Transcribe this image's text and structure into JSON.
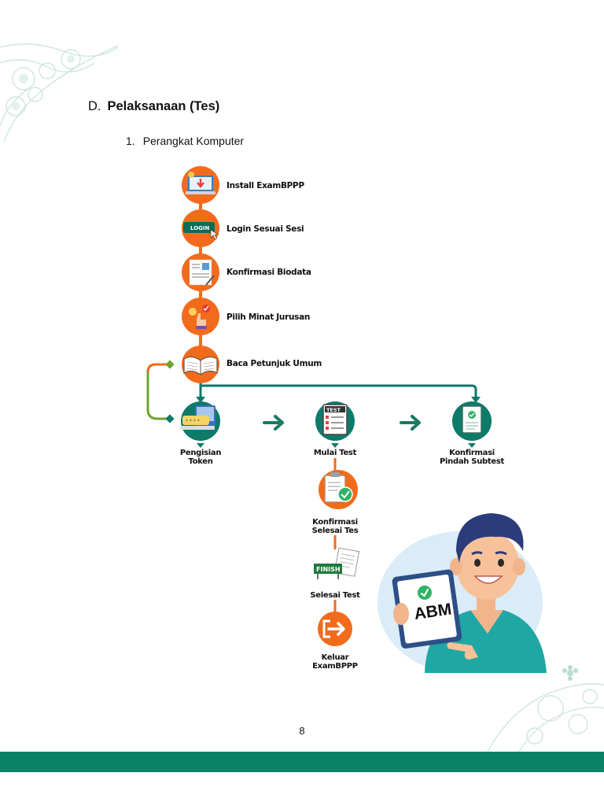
{
  "section": {
    "letter": "D.",
    "title": "Pelaksanaan (Tes)"
  },
  "subsection": {
    "number": "1.",
    "title": "Perangkat Komputer"
  },
  "steps_vertical": [
    {
      "label": "Install ExamBPPP",
      "icon": "install-icon"
    },
    {
      "label": "Login Sesuai Sesi",
      "icon": "login-icon"
    },
    {
      "label": "Konfirmasi Biodata",
      "icon": "biodata-icon"
    },
    {
      "label": "Pilih Minat Jurusan",
      "icon": "choose-major-icon"
    },
    {
      "label": "Baca Petunjuk Umum",
      "icon": "book-icon"
    }
  ],
  "steps_horizontal": [
    {
      "label_line1": "Pengisian",
      "label_line2": "Token",
      "icon": "token-icon"
    },
    {
      "label_line1": "Mulai Test",
      "label_line2": "",
      "icon": "test-icon"
    },
    {
      "label_line1": "Konfirmasi",
      "label_line2": "Pindah Subtest",
      "icon": "subtest-icon"
    }
  ],
  "steps_down": [
    {
      "label_line1": "Konfirmasi",
      "label_line2": "Selesai Tes",
      "icon": "clipboard-check-icon"
    },
    {
      "label_line1": "Selesai Test",
      "label_line2": "",
      "icon": "finish-flag-icon"
    },
    {
      "label_line1": "Keluar",
      "label_line2": "ExamBPPP",
      "icon": "exit-icon"
    }
  ],
  "login_button_text": "LOGIN",
  "test_sign_text": "TEST",
  "finish_sign_text": "FINISH",
  "illustration": {
    "tablet_text": "ABM"
  },
  "page_number": "8",
  "colors": {
    "orange": "#f26b1d",
    "teal": "#0e7a6a",
    "bar": "#0a8266",
    "arrow": "#1a7a62"
  }
}
